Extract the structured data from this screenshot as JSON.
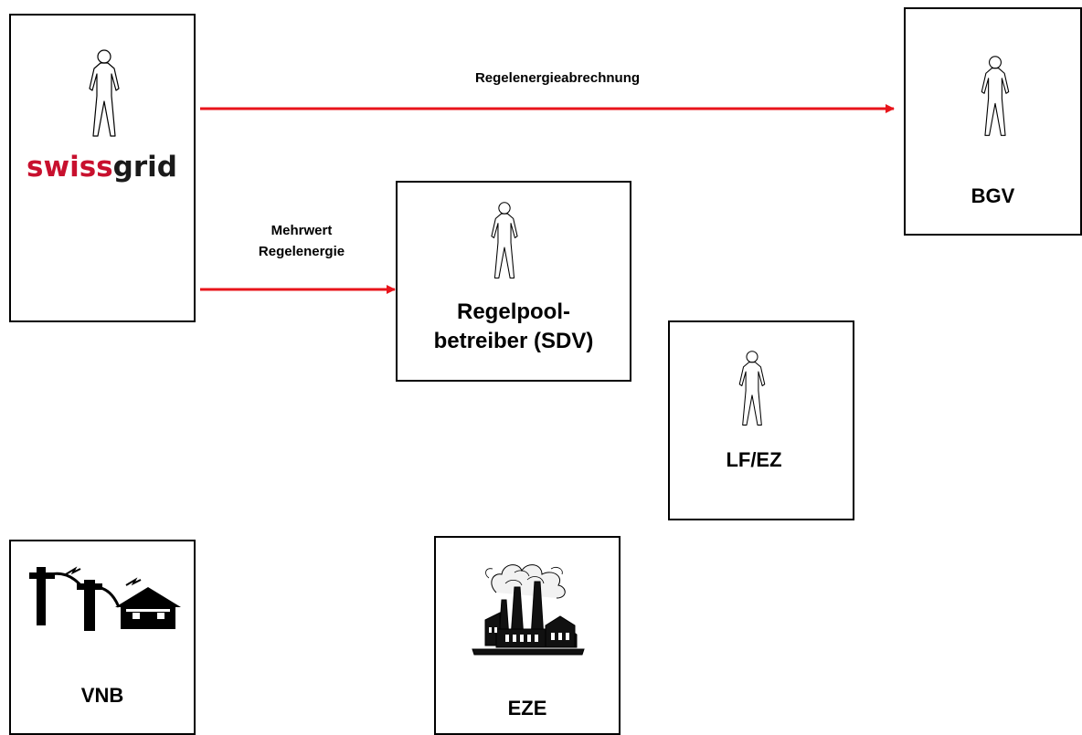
{
  "nodes": {
    "swissgrid": {
      "logo_part1": "swiss",
      "logo_part2": "grid",
      "logo_color1": "#c8102e",
      "logo_color2": "#1a1a1a",
      "icon": "person-icon"
    },
    "bgv": {
      "label": "BGV",
      "icon": "person-icon"
    },
    "regelpool": {
      "label_line1": "Regelpool-",
      "label_line2": "betreiber (SDV)",
      "icon": "person-icon"
    },
    "lfez": {
      "label": "LF/EZ",
      "icon": "person-icon"
    },
    "vnb": {
      "label": "VNB",
      "icon": "power-grid-house-icon"
    },
    "eze": {
      "label": "EZE",
      "icon": "factory-icon"
    }
  },
  "edges": {
    "regelenergieabrechnung": {
      "label": "Regelenergieabrechnung",
      "color": "#e8141b"
    },
    "mehrwert": {
      "label_line1": "Mehrwert",
      "label_line2": "Regelenergie",
      "color": "#e8141b"
    }
  }
}
